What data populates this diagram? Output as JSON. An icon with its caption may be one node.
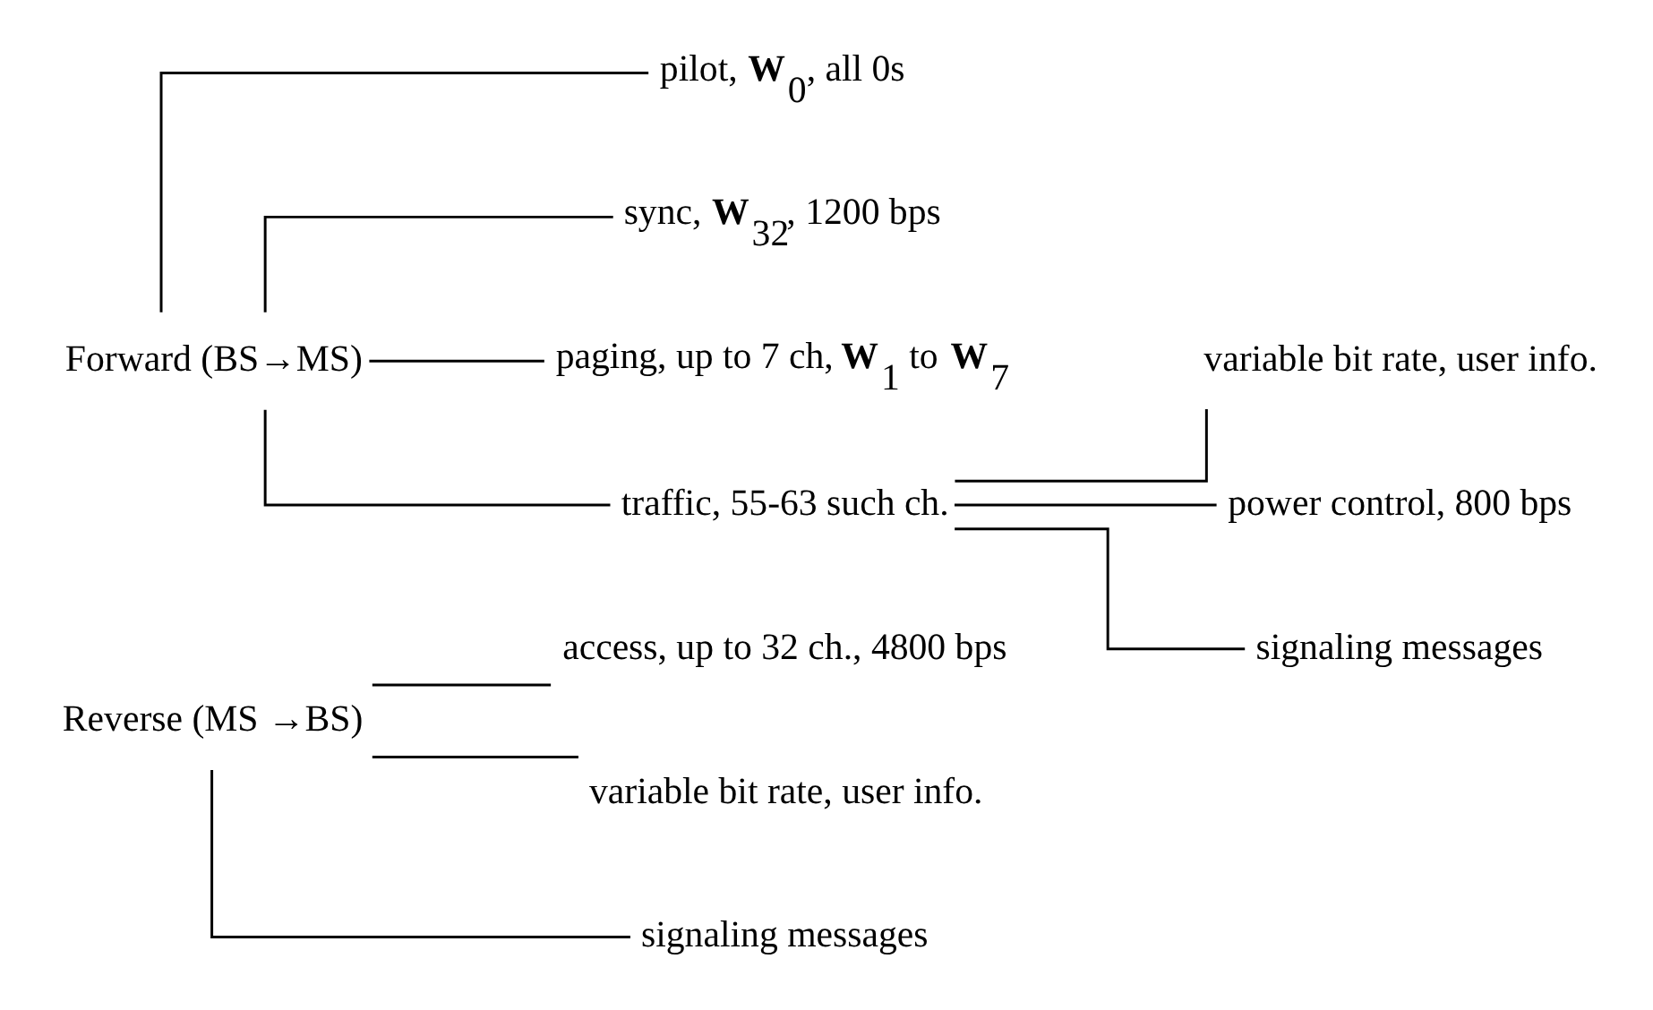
{
  "diagram": {
    "nodes": [
      {
        "text": [
          "Forward (BS→MS)"
        ]
      },
      {
        "text": [
          "pilot, **W**$_{0}$, all 0s"
        ]
      },
      {
        "text": [
          "sync, **W**$_{32}$, 1200 bps"
        ]
      },
      {
        "text": [
          "paging, up to 7 ch, **W**$_{1}$ to **W**$_{7}$"
        ]
      },
      {
        "text": [
          "traffic, 55-63 such ch."
        ]
      },
      {
        "text": [
          "variable bit rate, user info."
        ]
      },
      {
        "text": [
          "power control, 800 bps"
        ]
      },
      {
        "text": [
          "signaling messages"
        ]
      },
      {
        "text": [
          "Reverse (MS →BS)"
        ]
      },
      {
        "text": [
          "access, up to 32 ch., 4800 bps"
        ]
      },
      {
        "text": [
          "variable bit rate, user info."
        ]
      },
      {
        "text": [
          "signaling messages"
        ]
      }
    ],
    "edges": [
      {
        "from": 0,
        "to": 1,
        "arrow": "none"
      },
      {
        "from": 0,
        "to": 2,
        "arrow": "none"
      },
      {
        "from": 0,
        "to": 3,
        "arrow": "none"
      },
      {
        "from": 0,
        "to": 4,
        "arrow": "none"
      },
      {
        "from": 4,
        "to": 5,
        "arrow": "none"
      },
      {
        "from": 4,
        "to": 6,
        "arrow": "none"
      },
      {
        "from": 4,
        "to": 7,
        "arrow": "none"
      },
      {
        "from": 8,
        "to": 9,
        "arrow": "none"
      },
      {
        "from": 8,
        "to": 10,
        "arrow": "none"
      },
      {
        "from": 8,
        "to": 11,
        "arrow": "none"
      }
    ]
  }
}
